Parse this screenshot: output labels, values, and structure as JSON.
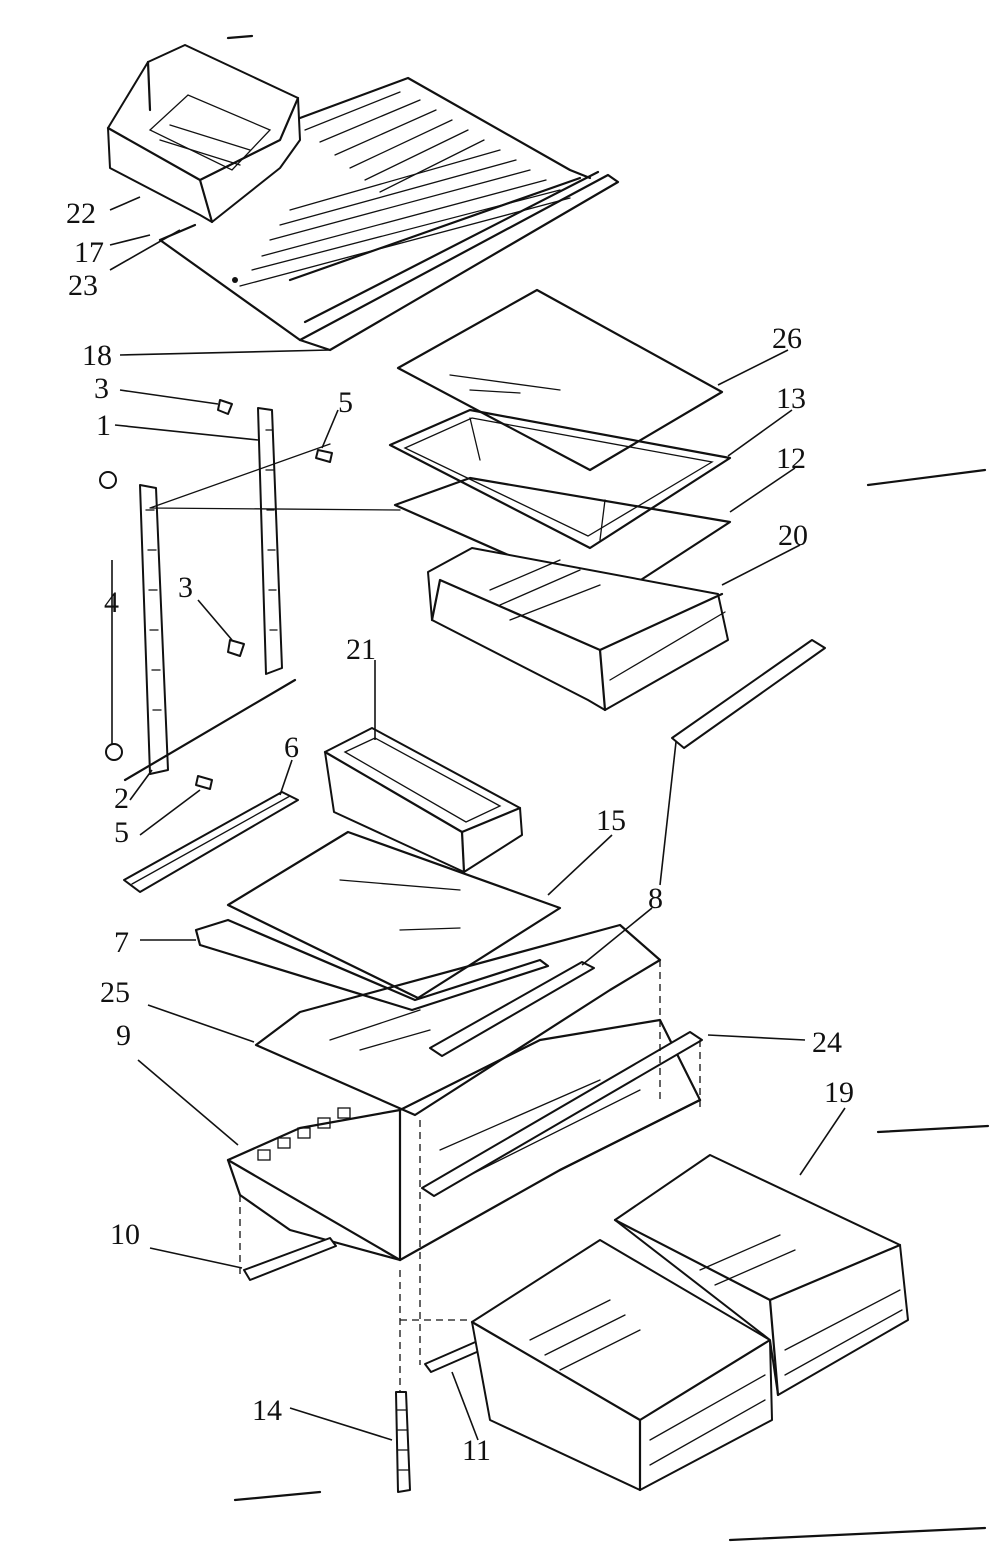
{
  "diagram": {
    "callouts": [
      {
        "id": "c22",
        "text": "22"
      },
      {
        "id": "c17",
        "text": "17"
      },
      {
        "id": "c23",
        "text": "23"
      },
      {
        "id": "c18",
        "text": "18"
      },
      {
        "id": "c26",
        "text": "26"
      },
      {
        "id": "c13",
        "text": "13"
      },
      {
        "id": "c12",
        "text": "12"
      },
      {
        "id": "c20",
        "text": "20"
      },
      {
        "id": "c3a",
        "text": "3"
      },
      {
        "id": "c1",
        "text": "1"
      },
      {
        "id": "c5a",
        "text": "5"
      },
      {
        "id": "c3b",
        "text": "3"
      },
      {
        "id": "c4",
        "text": "4"
      },
      {
        "id": "c21",
        "text": "21"
      },
      {
        "id": "c6",
        "text": "6"
      },
      {
        "id": "c2",
        "text": "2"
      },
      {
        "id": "c5b",
        "text": "5"
      },
      {
        "id": "c15",
        "text": "15"
      },
      {
        "id": "c8",
        "text": "8"
      },
      {
        "id": "c7",
        "text": "7"
      },
      {
        "id": "c25",
        "text": "25"
      },
      {
        "id": "c24",
        "text": "24"
      },
      {
        "id": "c9",
        "text": "9"
      },
      {
        "id": "c19",
        "text": "19"
      },
      {
        "id": "c10",
        "text": "10"
      },
      {
        "id": "c14",
        "text": "14"
      },
      {
        "id": "c11",
        "text": "11"
      }
    ]
  }
}
